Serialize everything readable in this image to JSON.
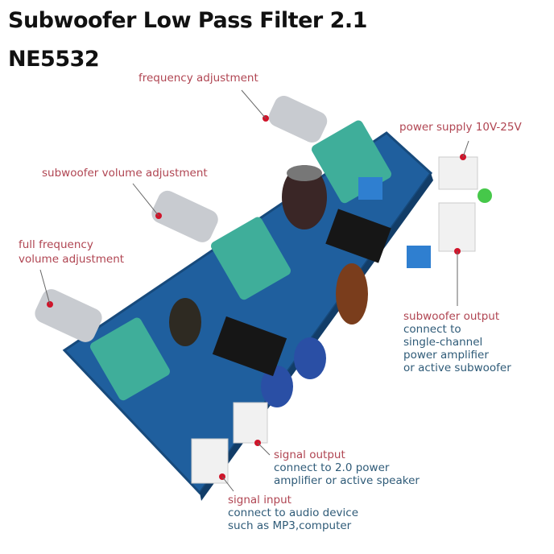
{
  "title": {
    "line1": "Subwoofer Low Pass Filter 2.1",
    "line2": "NE5532"
  },
  "callouts": {
    "frequency": {
      "title": "frequency adjustment"
    },
    "subwoofer_volume": {
      "title": "subwoofer volume adjustment"
    },
    "full_volume": {
      "title_line1": "full frequency",
      "title_line2": "volume adjustment"
    },
    "power": {
      "title": "power supply 10V-25V"
    },
    "sub_output": {
      "title": "subwoofer output",
      "desc": [
        "connect to",
        "single-channel",
        "power amplifier",
        "or active subwoofer"
      ]
    },
    "signal_output": {
      "title": "signal output",
      "desc": [
        "connect to 2.0 power",
        "amplifier or active speaker"
      ]
    },
    "signal_input": {
      "title": "signal input",
      "desc": [
        "connect to audio device",
        "such as MP3,computer"
      ]
    }
  },
  "colors": {
    "label_title": "#b04552",
    "label_desc": "#2f5b78",
    "pcb": "#1f5f9e",
    "pot": "#3fae9a",
    "pointer": "#d0142a"
  }
}
